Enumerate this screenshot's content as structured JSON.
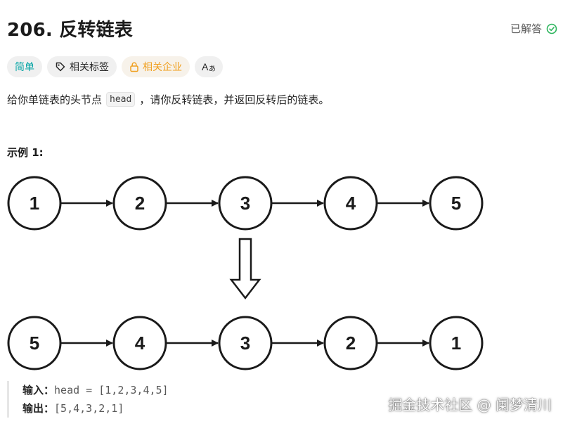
{
  "problem": {
    "title": "206. 反转链表",
    "status_label": "已解答"
  },
  "tags": {
    "difficulty": "简单",
    "topics": "相关标签",
    "companies": "相关企业",
    "language_icon_text": "Aあ"
  },
  "description": {
    "part1": "给你单链表的头节点",
    "code": "head",
    "part2": "，请你反转链表，并返回反转后的链表。"
  },
  "example": {
    "title": "示例 1:",
    "input_label": "输入：",
    "input_value": "head = [1,2,3,4,5]",
    "output_label": "输出：",
    "output_value": "[5,4,3,2,1]",
    "list_before": [
      "1",
      "2",
      "3",
      "4",
      "5"
    ],
    "list_after": [
      "5",
      "4",
      "3",
      "2",
      "1"
    ]
  },
  "watermark": "掘金技术社区 @ 阑梦清川",
  "colors": {
    "easy": "#00a3a3",
    "company": "#f0a020",
    "solved_check": "#2db55d"
  },
  "icons": {
    "solved": "check-circle-icon",
    "topics": "tag-icon",
    "companies": "lock-icon",
    "language": "translate-icon",
    "transform": "down-arrow-icon"
  }
}
